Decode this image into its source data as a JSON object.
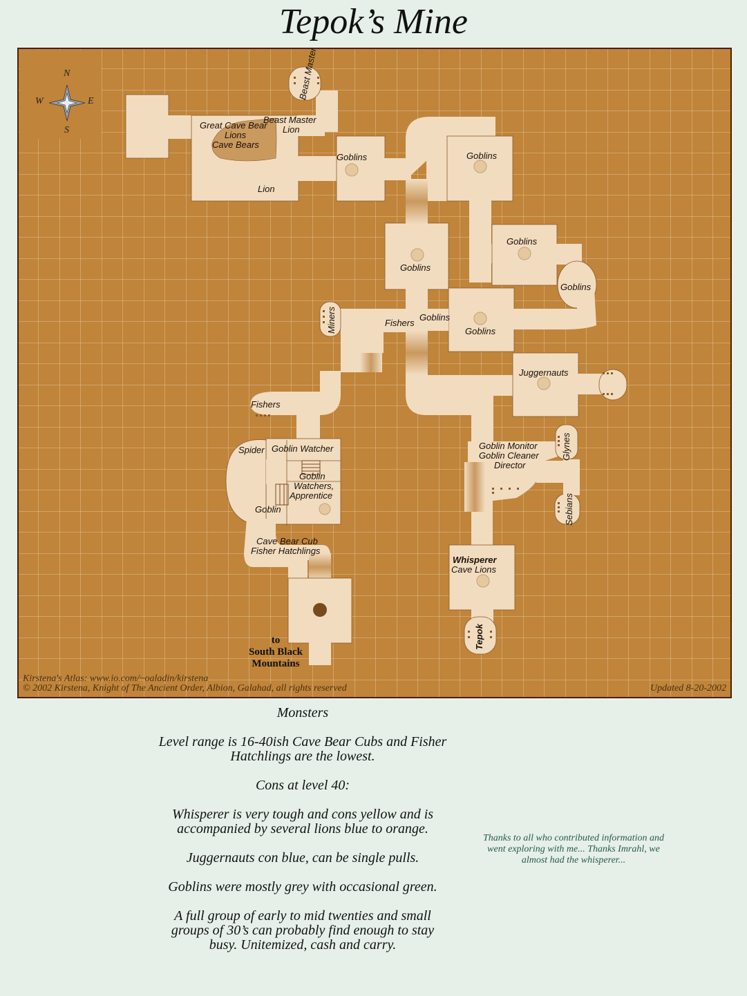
{
  "title": "Tepok’s Mine",
  "compass": {
    "n": "N",
    "s": "S",
    "e": "E",
    "w": "W",
    "icon": "compass-rose-icon"
  },
  "labels": {
    "great_cave_bear": "Great Cave Bear",
    "lions": "Lions",
    "cave_bears": "Cave Bears",
    "beast_master_lion_1": "Beast Master",
    "beast_master_lion_2": "Lion",
    "beast_master_vert": "Beast Master",
    "lion": "Lion",
    "goblins_1": "Goblins",
    "goblins_2": "Goblins",
    "goblins_3": "Goblins",
    "goblins_4": "Goblins",
    "goblins_5": "Goblins",
    "goblins_6": "Goblins",
    "goblins_7": "Goblins",
    "fishers_1": "Fishers",
    "fishers_2": "Fishers",
    "miners": "Miners",
    "juggernauts": "Juggernauts",
    "goblin_monitor": "Goblin Monitor",
    "goblin_cleaner": "Goblin Cleaner",
    "director": "Director",
    "glynes": "Glynes",
    "sebians": "Sebians",
    "spider": "Spider",
    "goblin_watcher": "Goblin Watcher",
    "goblin_watchers_1": "Goblin",
    "goblin_watchers_2": "Watchers,",
    "goblin_watchers_3": "Apprentice",
    "goblin_single": "Goblin",
    "cave_bear_cub": "Cave Bear Cub",
    "fisher_hatchlings": "Fisher Hatchlings",
    "whisperer": "Whisperer",
    "cave_lions": "Cave Lions",
    "tepok": "Tepok",
    "to_road_1": "to",
    "to_road_2": "South Black",
    "to_road_3": "Mountains"
  },
  "credits": {
    "atlas": "Kirstena's Atlas:  www.io.com/~oaladin/kirstena",
    "copyright": "© 2002 Kirstena, Knight of The Ancient Order, Albion, Galahad, all rights reserved",
    "updated": "Updated 8-20-2002"
  },
  "notes": {
    "heading": "Monsters",
    "p1": "Level range is 16-40ish Cave Bear Cubs and Fisher Hatchlings are the lowest.",
    "p2": "Cons at level 40:",
    "p3": "Whisperer is very tough and cons yellow and is accompanied by several lions blue to orange.",
    "p4": "Juggernauts con blue, can be single pulls.",
    "p5": "Goblins were mostly grey with occasional green.",
    "p6": "A full group of early to mid twenties and small groups of 30’s can probably find enough to stay busy.  Unitemized, cash and carry."
  },
  "thanks": "Thanks to all who contributed information and went exploring with me... Thanks Imrahl, we almost had the whisperer...",
  "colors": {
    "floor": "#f1dcc0",
    "ground": "#c0843a",
    "grid": "#e2c496",
    "border": "#4a2008",
    "bg": "#e6f0e8"
  }
}
